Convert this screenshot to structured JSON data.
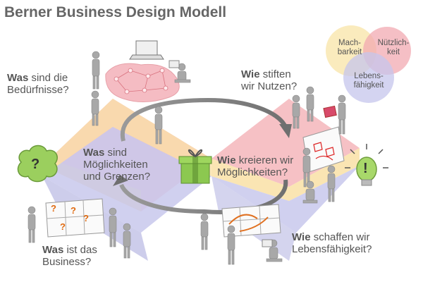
{
  "title": "Berner Business Design Modell",
  "questions": {
    "needs": {
      "bold": "Was",
      "line1_rest": " sind die",
      "line2": "Bedürfnisse?"
    },
    "benefit": {
      "bold": "Wie",
      "line1_rest": " stiften",
      "line2": "wir Nutzen?"
    },
    "possibilities": {
      "bold": "Was",
      "line1_rest": " sind",
      "line2": "Möglichkeiten",
      "line3": "und Grenzen?"
    },
    "create": {
      "bold": "Wie",
      "line1_rest": " kreieren wir",
      "line2": "Möglichkeiten?"
    },
    "business": {
      "bold": "Was",
      "line1_rest": " ist das",
      "line2": "Business?"
    },
    "viability": {
      "bold": "Wie",
      "line1_rest": " schaffen wir",
      "line2": "Lebensfähigkeit?"
    }
  },
  "venn": {
    "desirability": {
      "line1": "Mach-",
      "line2": "barkeit"
    },
    "usefulness": {
      "line1": "Nützlich-",
      "line2": "keit"
    },
    "viability": {
      "line1": "Lebens-",
      "line2": "fähigkeit"
    }
  },
  "icons": {
    "question_cloud": "?",
    "bulb": "!",
    "board_marks": [
      "?",
      "?",
      "?",
      "?"
    ]
  },
  "colors": {
    "pink": "#f4b6bb",
    "yellow": "#f9e0a6",
    "lavender": "#c8c8ec",
    "cloud": "#9bcf5e",
    "gift": "#8cc850",
    "bulb": "#a8d86a",
    "venn_yellow": "#f9e6ac",
    "venn_pink": "#f2aab2",
    "venn_lavender": "#c6c6ec"
  }
}
